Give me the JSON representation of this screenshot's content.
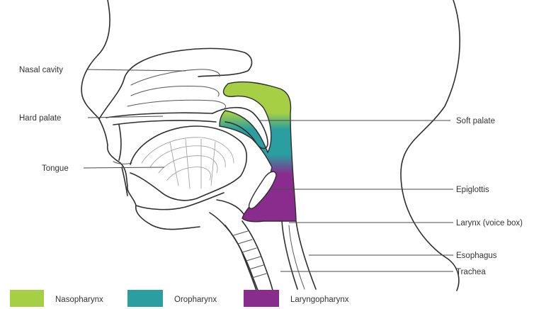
{
  "colors": {
    "nasopharynx": "#a6cf45",
    "oropharynx": "#2a9ea0",
    "laryngopharynx": "#8a2c8e",
    "outline": "#2e2e2e",
    "label": "#333333"
  },
  "labels": {
    "nasal_cavity": "Nasal cavity",
    "hard_palate": "Hard palate",
    "tongue": "Tongue",
    "soft_palate": "Soft palate",
    "epiglottis": "Epiglottis",
    "larynx": "Larynx (voice box)",
    "esophagus": "Esophagus",
    "trachea": "Trachea"
  },
  "legend": [
    {
      "label": "Nasopharynx",
      "color": "#a6cf45"
    },
    {
      "label": "Oropharynx",
      "color": "#2a9ea0"
    },
    {
      "label": "Laryngopharynx",
      "color": "#8a2c8e"
    }
  ]
}
